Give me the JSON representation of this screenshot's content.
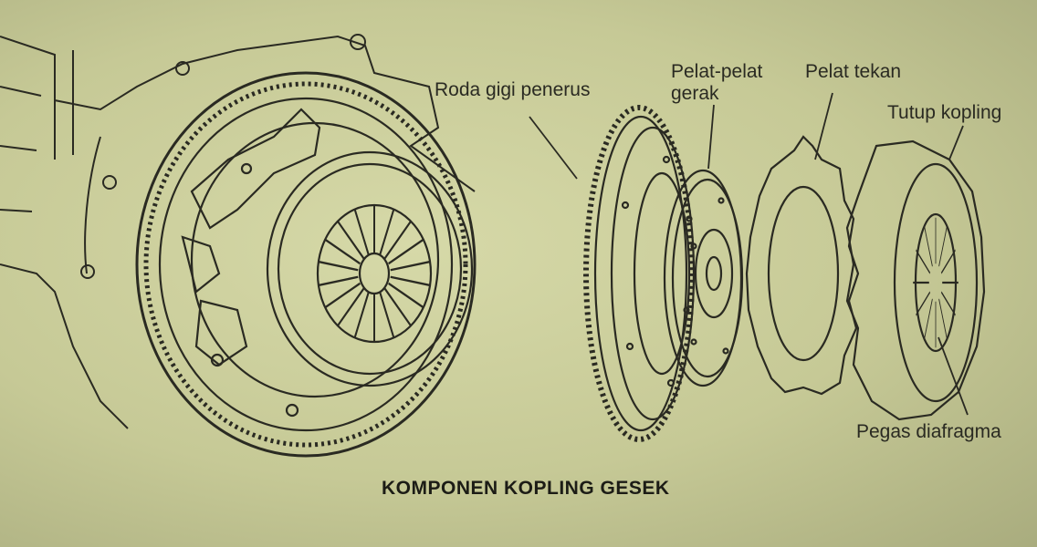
{
  "diagram": {
    "title": "KOMPONEN KOPLING GESEK",
    "labels": {
      "flywheel": "Roda gigi penerus",
      "clutch_disc_line1": "Pelat-pelat",
      "clutch_disc_line2": "gerak",
      "pressure_plate": "Pelat tekan",
      "clutch_cover": "Tutup kopling",
      "diaphragm_spring": "Pegas diafragma"
    }
  },
  "colors": {
    "paper": "#c9cc9a",
    "ink": "#2a2a22"
  }
}
